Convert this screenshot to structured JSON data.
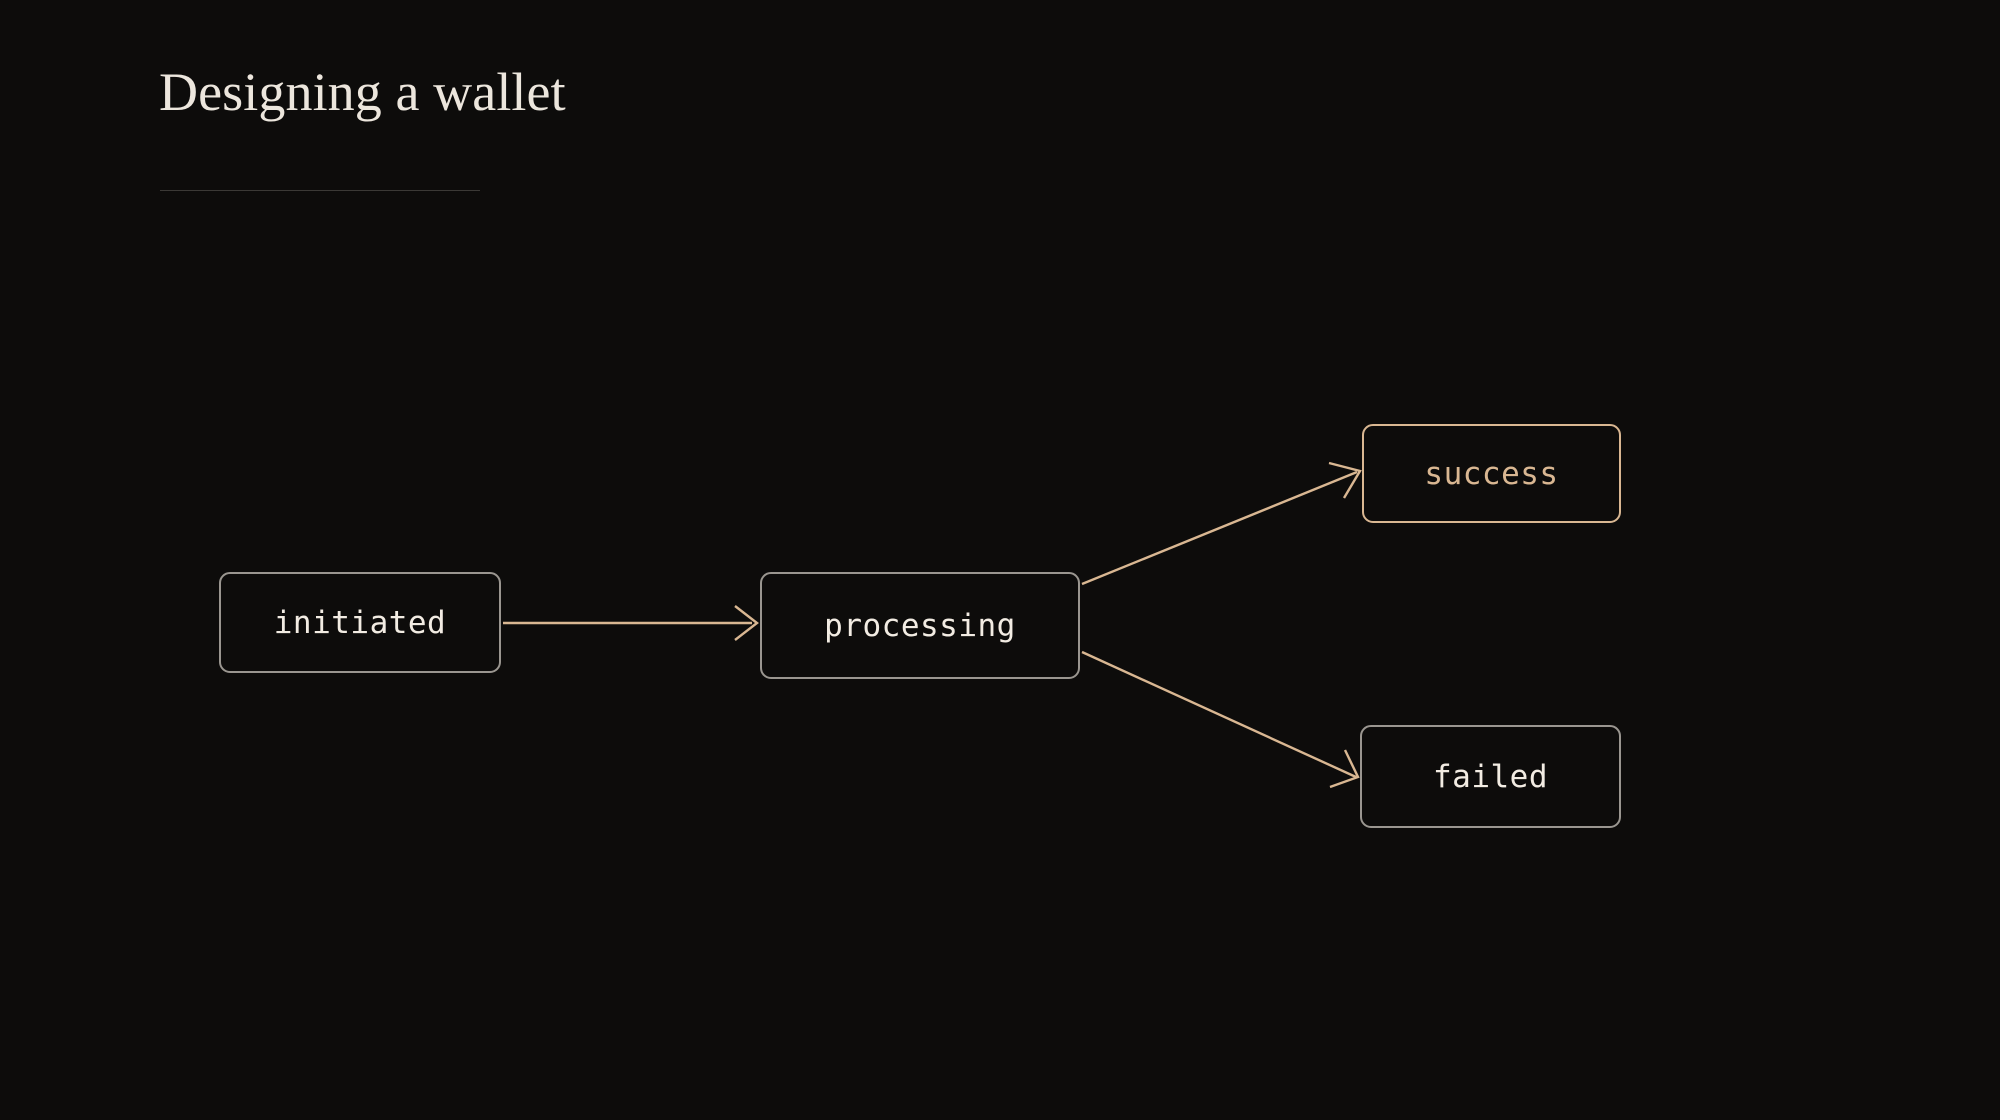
{
  "page": {
    "title": "Designing a wallet",
    "background_color": "#0d0c0b",
    "title_color": "#ece6dd",
    "divider_color": "#3b3936"
  },
  "theme": {
    "accent_color": "#d9b792",
    "node_border_color": "#9a9690",
    "node_text_color": "#f2ece3",
    "edge_color": "#d9b792"
  },
  "diagram": {
    "type": "state-flow",
    "nodes": [
      {
        "id": "initiated",
        "label": "initiated",
        "style": "default",
        "border_color": "#9a9690",
        "text_color": "#f2ece3"
      },
      {
        "id": "processing",
        "label": "processing",
        "style": "default",
        "border_color": "#9a9690",
        "text_color": "#f2ece3"
      },
      {
        "id": "success",
        "label": "success",
        "style": "accent",
        "border_color": "#d9b792",
        "text_color": "#d9b792"
      },
      {
        "id": "failed",
        "label": "failed",
        "style": "default",
        "border_color": "#9a9690",
        "text_color": "#f2ece3"
      }
    ],
    "edges": [
      {
        "id": "initiated-processing",
        "from": "initiated",
        "to": "processing",
        "label": "",
        "color": "#d9b792"
      },
      {
        "id": "processing-success",
        "from": "processing",
        "to": "success",
        "label": "",
        "color": "#d9b792"
      },
      {
        "id": "processing-failed",
        "from": "processing",
        "to": "failed",
        "label": "",
        "color": "#d9b792"
      }
    ]
  }
}
